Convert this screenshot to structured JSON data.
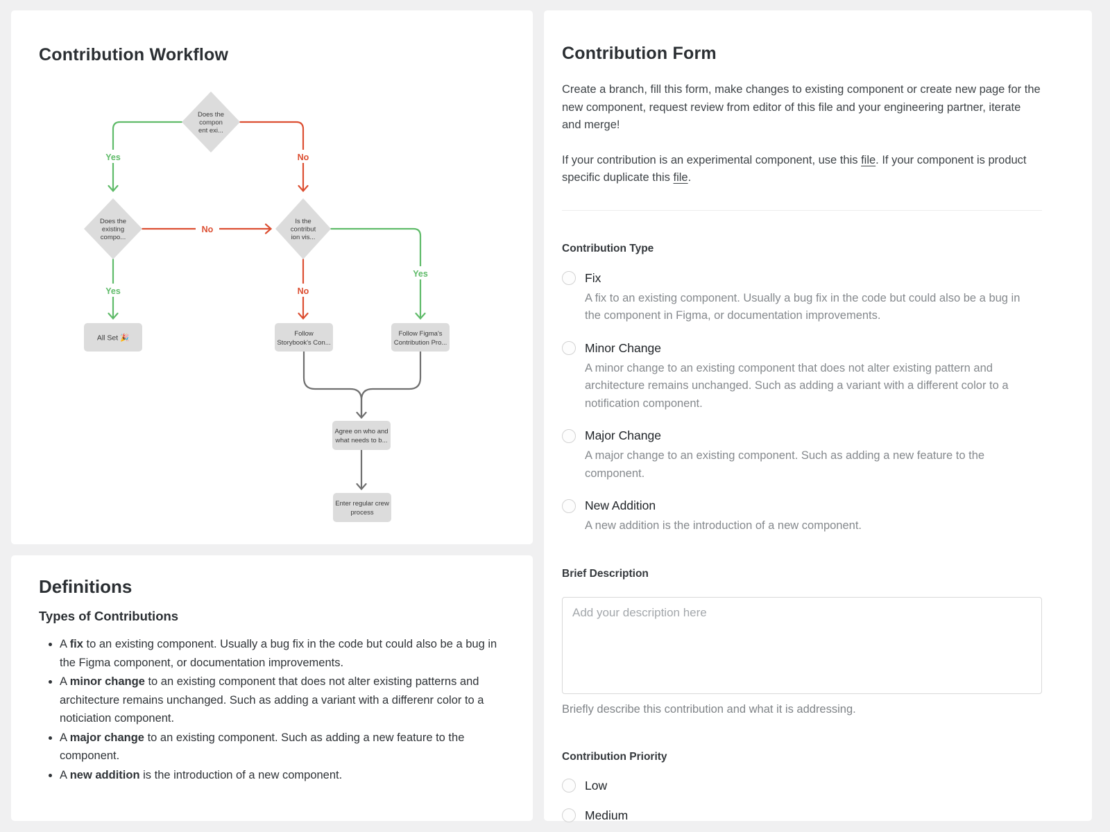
{
  "workflow_card": {
    "title": "Contribution Workflow",
    "flowchart": {
      "colors": {
        "yes": "#5fbb69",
        "no": "#dc4e31",
        "neutral": "#6f6f6f",
        "node_fill": "#dcdcdc"
      },
      "nodes": {
        "start": {
          "lines": [
            "Does the",
            "compon",
            "ent exi..."
          ]
        },
        "existing": {
          "lines": [
            "Does the",
            "existing",
            "compo..."
          ]
        },
        "visibility": {
          "lines": [
            "Is the",
            "contribut",
            "ion vis..."
          ]
        },
        "all_set": {
          "lines": [
            "All Set 🎉"
          ]
        },
        "storybook": {
          "lines": [
            "Follow",
            "Storybook's Con..."
          ]
        },
        "figma": {
          "lines": [
            "Follow Figma's",
            "Contribution Pro..."
          ]
        },
        "agree": {
          "lines": [
            "Agree on who and",
            "what needs to b..."
          ]
        },
        "crew": {
          "lines": [
            "Enter regular crew",
            "process"
          ]
        }
      },
      "edge_labels": {
        "start_yes": "Yes",
        "start_no": "No",
        "existing_no": "No",
        "existing_yes": "Yes",
        "vis_no": "No",
        "vis_yes": "Yes"
      }
    }
  },
  "definitions_card": {
    "title": "Definitions",
    "subtitle": "Types of Contributions",
    "bullets": [
      {
        "pre": "A ",
        "bold": "fix",
        "post": " to an existing component. Usually a bug fix in the code but could also be a bug in the Figma component, or documentation improvements."
      },
      {
        "pre": "A ",
        "bold": "minor change",
        "post": " to an existing component that does not alter existing patterns and architecture remains unchanged. Such as adding a variant with a differenr color to a noticiation component."
      },
      {
        "pre": "A ",
        "bold": "major change",
        "post": " to an existing component. Such as adding a new feature to the component."
      },
      {
        "pre": "A ",
        "bold": "new addition",
        "post": " is the introduction of a new component."
      }
    ]
  },
  "form_card": {
    "title": "Contribution Form",
    "intro": "Create a branch, fill this form, make changes to existing component or create new page for the new component, request review from editor of this file and your engineering partner, iterate and merge!",
    "note": {
      "seg1": "If your contribution is an experimental component, use this ",
      "link1": "file",
      "seg2": ". If your component is product specific duplicate this ",
      "link2": "file",
      "seg3": "."
    },
    "type_section": {
      "label": "Contribution Type",
      "options": [
        {
          "label": "Fix",
          "desc": "A fix to an existing component. Usually a bug fix in the code but could also be a bug in the component in Figma, or documentation improvements."
        },
        {
          "label": "Minor Change",
          "desc": "A minor change to an existing component that does not alter existing pattern and architecture remains unchanged. Such as adding a variant with a different color to a notification component."
        },
        {
          "label": "Major Change",
          "desc": "A major change to an existing component. Such as adding a new feature to the component."
        },
        {
          "label": "New Addition",
          "desc": "A new addition is the introduction of a new component."
        }
      ]
    },
    "description_section": {
      "label": "Brief Description",
      "placeholder": "Add your description here",
      "helper": "Briefly describe this contribution and what it is addressing."
    },
    "priority_section": {
      "label": "Contribution Priority",
      "options": [
        {
          "label": "Low"
        },
        {
          "label": "Medium"
        }
      ]
    }
  }
}
